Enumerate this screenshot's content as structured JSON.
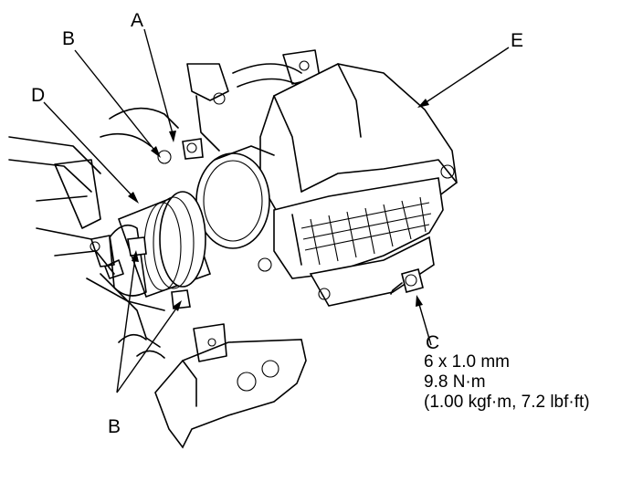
{
  "callouts": {
    "a": "A",
    "b_top": "B",
    "b_bottom": "B",
    "c": "C",
    "d": "D",
    "e": "E"
  },
  "spec": {
    "size": "6 x 1.0 mm",
    "torque_nm": "9.8 N·m",
    "torque_alt": "(1.00 kgf·m, 7.2 lbf·ft)"
  }
}
